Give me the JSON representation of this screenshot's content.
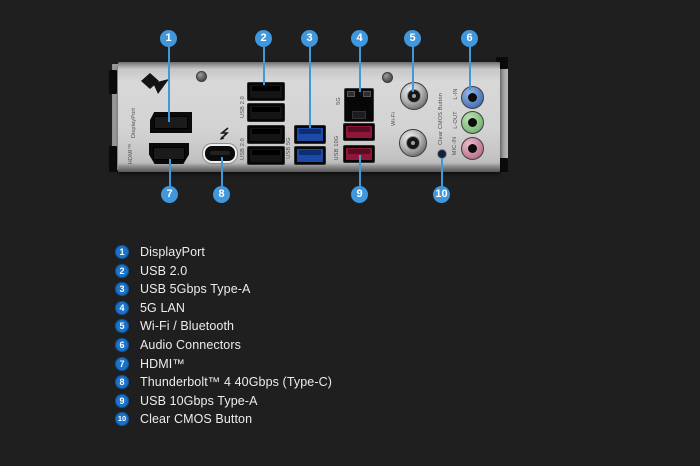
{
  "colors": {
    "background": "#1f1f20",
    "callout_circle": "#4097dc",
    "callout_line": "#3f98da",
    "legend_circle": "#1a72c9",
    "legend_text": "#ececec",
    "usb5g_port": "#1d4aa8",
    "usb10g_port": "#8e1637",
    "audio_line_in": "#4d76ba",
    "audio_line_out": "#7cb97b",
    "audio_mic_in": "#bf7792"
  },
  "panel": {
    "labels": {
      "displayport": "DisplayPort",
      "hdmi": "HDMI™",
      "usb20_top": "USB 2.0",
      "usb20_bottom": "USB 2.0",
      "usb5g": "USB 5G",
      "lan5g": "5G",
      "usb10g": "USB 10G",
      "wifi": "Wi-Fi",
      "cmos": "Clear CMOS Button",
      "line_in": "L-IN",
      "line_out": "L-OUT",
      "mic_in": "MIC-IN"
    }
  },
  "legend": {
    "items": [
      {
        "n": "1",
        "label": "DisplayPort"
      },
      {
        "n": "2",
        "label": "USB 2.0"
      },
      {
        "n": "3",
        "label": "USB 5Gbps Type-A"
      },
      {
        "n": "4",
        "label": "5G LAN"
      },
      {
        "n": "5",
        "label": "Wi-Fi / Bluetooth"
      },
      {
        "n": "6",
        "label": "Audio Connectors"
      },
      {
        "n": "7",
        "label": "HDMI™"
      },
      {
        "n": "8",
        "label": "Thunderbolt™ 4 40Gbps (Type-C)"
      },
      {
        "n": "9",
        "label": "USB 10Gbps Type-A"
      },
      {
        "n": "10",
        "label": "Clear CMOS Button"
      }
    ]
  }
}
